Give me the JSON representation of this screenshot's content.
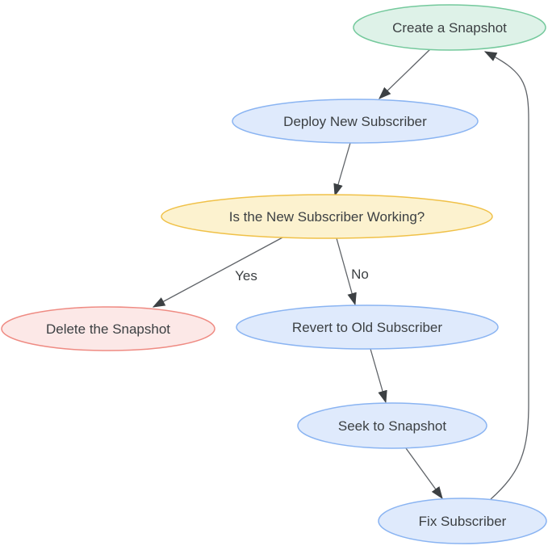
{
  "diagram": {
    "type": "flowchart",
    "background": "#ffffff",
    "edge_color": "#5f6368",
    "arrowhead_color": "#3c4043",
    "label_color": "#3c4043",
    "nodes": [
      {
        "id": "create-snapshot",
        "label": "Create a Snapshot",
        "shape": "ellipse",
        "fill": "#def2e8",
        "stroke": "#74c99c"
      },
      {
        "id": "deploy-new-subscriber",
        "label": "Deploy New Subscriber",
        "shape": "ellipse",
        "fill": "#dfeafc",
        "stroke": "#8ab4f2"
      },
      {
        "id": "is-new-subscriber-working",
        "label": "Is the New Subscriber Working?",
        "shape": "ellipse",
        "fill": "#fcf2cf",
        "stroke": "#f0c148"
      },
      {
        "id": "delete-the-snapshot",
        "label": "Delete the Snapshot",
        "shape": "ellipse",
        "fill": "#fce8e7",
        "stroke": "#ef8b83"
      },
      {
        "id": "revert-to-old-subscriber",
        "label": "Revert to Old Subscriber",
        "shape": "ellipse",
        "fill": "#dfeafc",
        "stroke": "#8ab4f2"
      },
      {
        "id": "seek-to-snapshot",
        "label": "Seek to Snapshot",
        "shape": "ellipse",
        "fill": "#dfeafc",
        "stroke": "#8ab4f2"
      },
      {
        "id": "fix-subscriber",
        "label": "Fix Subscriber",
        "shape": "ellipse",
        "fill": "#dfeafc",
        "stroke": "#8ab4f2"
      }
    ],
    "edges": [
      {
        "from": "create-snapshot",
        "to": "deploy-new-subscriber",
        "label": ""
      },
      {
        "from": "deploy-new-subscriber",
        "to": "is-new-subscriber-working",
        "label": ""
      },
      {
        "from": "is-new-subscriber-working",
        "to": "delete-the-snapshot",
        "label": "Yes"
      },
      {
        "from": "is-new-subscriber-working",
        "to": "revert-to-old-subscriber",
        "label": "No"
      },
      {
        "from": "revert-to-old-subscriber",
        "to": "seek-to-snapshot",
        "label": ""
      },
      {
        "from": "seek-to-snapshot",
        "to": "fix-subscriber",
        "label": ""
      },
      {
        "from": "fix-subscriber",
        "to": "create-snapshot",
        "label": ""
      }
    ]
  }
}
